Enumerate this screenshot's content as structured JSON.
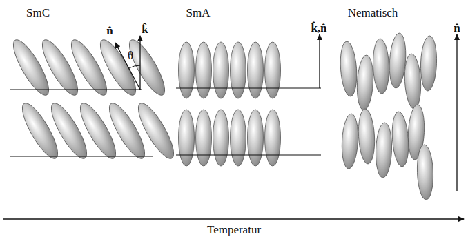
{
  "diagram": {
    "labels": [
      "SmC",
      "SmA",
      "Nematisch",
      "n̂",
      "k̂",
      "θ",
      "k̂,n̂",
      "n̂",
      "Temperatur"
    ]
  }
}
